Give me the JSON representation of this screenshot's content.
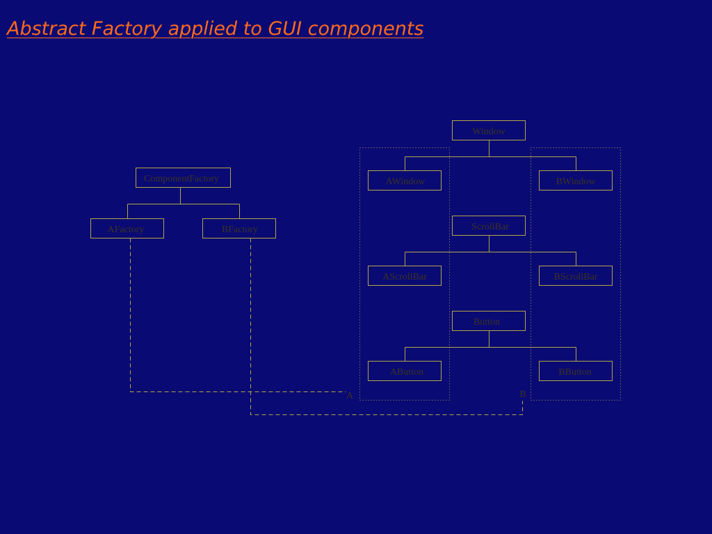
{
  "slide": {
    "title": "Abstract Factory applied to GUI components"
  },
  "diagram": {
    "factories": {
      "root": "ComponentFactory",
      "a": "AFactory",
      "b": "BFactory"
    },
    "products": {
      "window": {
        "abstract": "Window",
        "a": "AWindow",
        "b": "BWindow"
      },
      "scrollbar": {
        "abstract": "ScrollBar",
        "a": "AScrollBar",
        "b": "BScrollBar"
      },
      "button": {
        "abstract": "Button",
        "a": "AButton",
        "b": "BButton"
      }
    },
    "families": {
      "a": "A",
      "b": "B"
    }
  },
  "colors": {
    "background": "#0a0a74",
    "title": "#ff6a1a",
    "lines": "#b4a646",
    "label_text": "#3a3420"
  }
}
